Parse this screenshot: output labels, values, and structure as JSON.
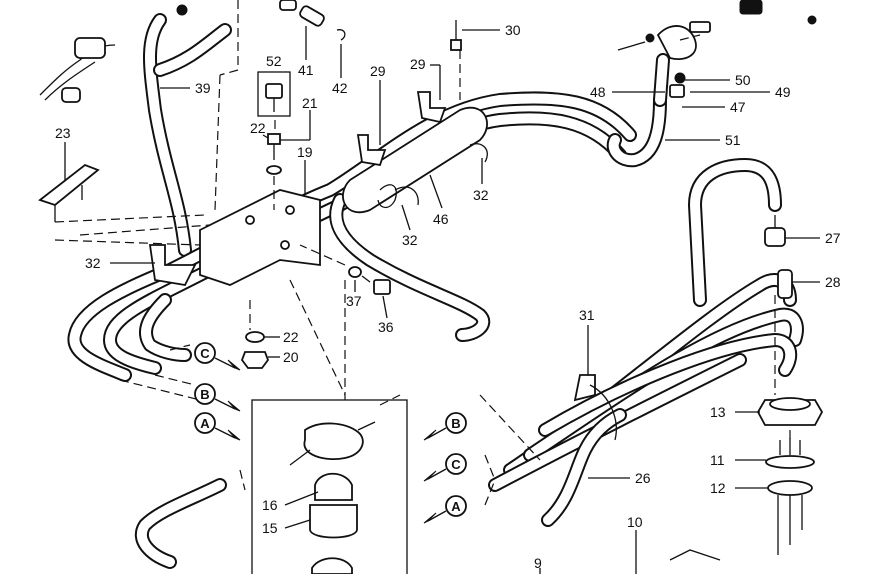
{
  "callouts": {
    "c30": "30",
    "c52": "52",
    "c41": "41",
    "c42": "42",
    "c39": "39",
    "c21": "21",
    "c22a": "22",
    "c19": "19",
    "c23": "23",
    "c29a": "29",
    "c29b": "29",
    "c50": "50",
    "c48": "48",
    "c49": "49",
    "c47": "47",
    "c51": "51",
    "c32a": "32",
    "c46": "46",
    "c32b": "32",
    "c32c": "32",
    "c27": "27",
    "c28": "28",
    "c37": "37",
    "c36": "36",
    "c22b": "22",
    "c20": "20",
    "c31": "31",
    "c13": "13",
    "c11": "11",
    "c12": "12",
    "c26": "26",
    "c16": "16",
    "c15": "15",
    "c10": "10",
    "c9": "9"
  },
  "connectors": {
    "left_c": "C",
    "left_b": "B",
    "left_a": "A",
    "right_b": "B",
    "right_c": "C",
    "right_a": "A"
  }
}
